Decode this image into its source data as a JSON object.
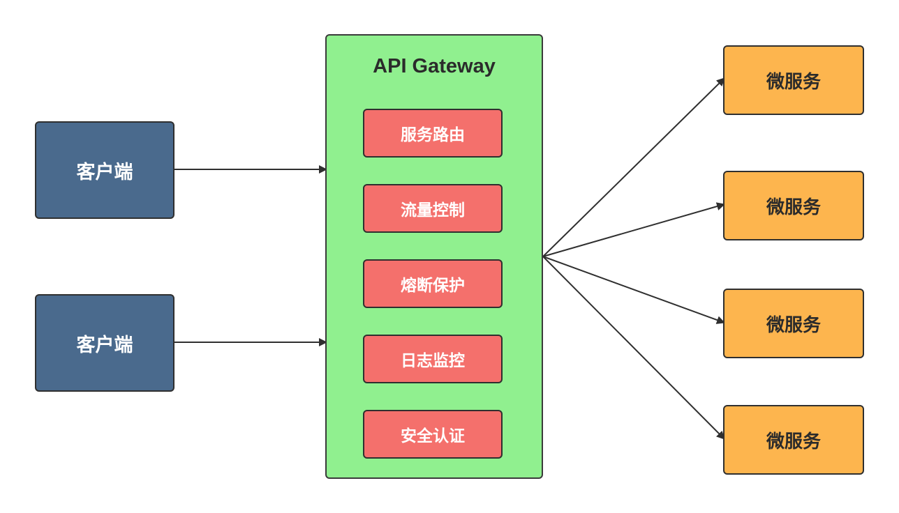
{
  "clients": [
    {
      "label": "客户端"
    },
    {
      "label": "客户端"
    }
  ],
  "gateway": {
    "title": "API Gateway",
    "features": [
      {
        "label": "服务路由"
      },
      {
        "label": "流量控制"
      },
      {
        "label": "熔断保护"
      },
      {
        "label": "日志监控"
      },
      {
        "label": "安全认证"
      }
    ]
  },
  "services": [
    {
      "label": "微服务"
    },
    {
      "label": "微服务"
    },
    {
      "label": "微服务"
    },
    {
      "label": "微服务"
    }
  ],
  "colors": {
    "client": "#4a6a8d",
    "gateway": "#90f08f",
    "feature": "#f4706c",
    "service": "#fdb54e",
    "edge": "#2f2f2f"
  }
}
